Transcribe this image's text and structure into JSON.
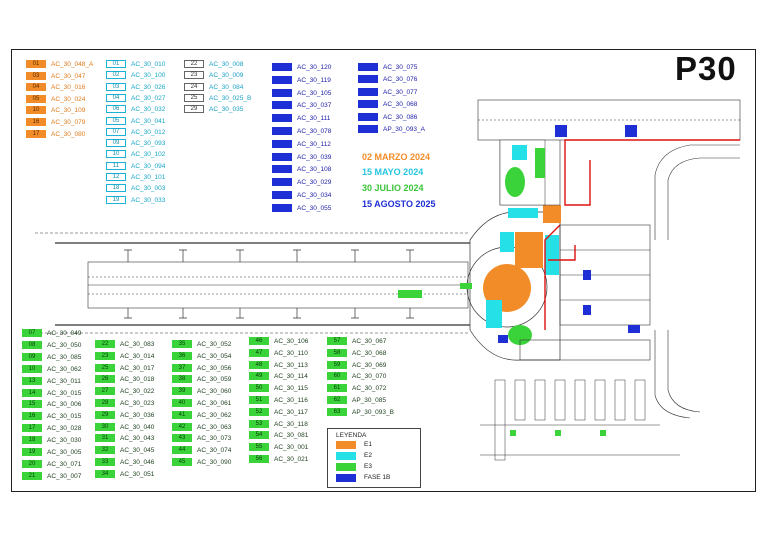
{
  "title": "P30",
  "dates": [
    {
      "text": "02 MARZO 2024",
      "color": "#f28c28"
    },
    {
      "text": "15 MAYO 2024",
      "color": "#26c6e0"
    },
    {
      "text": "30 JULIO 2024",
      "color": "#3ac43a"
    },
    {
      "text": "15 AGOSTO 2025",
      "color": "#1f2fd6"
    }
  ],
  "legend": {
    "title": "LEYENDA",
    "items": [
      {
        "label": "E1",
        "color": "#f28c28"
      },
      {
        "label": "E2",
        "color": "#26e0e8"
      },
      {
        "label": "E3",
        "color": "#3ad43a"
      },
      {
        "label": "FASE 1B",
        "color": "#1f2fd6"
      }
    ]
  },
  "groups": [
    {
      "style": "g-orange",
      "items": [
        {
          "num": "01",
          "code": "AC_30_048_A"
        },
        {
          "num": "03",
          "code": "AC_30_047"
        },
        {
          "num": "04",
          "code": "AC_30_016"
        },
        {
          "num": "05",
          "code": "AC_30_024"
        },
        {
          "num": "10",
          "code": "AC_30_109"
        },
        {
          "num": "16",
          "code": "AC_30_079"
        },
        {
          "num": "17",
          "code": "AC_30_080"
        }
      ]
    },
    {
      "style": "g-cyan",
      "items": [
        {
          "num": "01",
          "code": "AC_30_010"
        },
        {
          "num": "02",
          "code": "AC_30_100"
        },
        {
          "num": "03",
          "code": "AC_30_026"
        },
        {
          "num": "04",
          "code": "AC_30_027"
        },
        {
          "num": "06",
          "code": "AC_30_032"
        },
        {
          "num": "05",
          "code": "AC_30_041"
        },
        {
          "num": "07",
          "code": "AC_30_012"
        },
        {
          "num": "09",
          "code": "AC_30_093"
        },
        {
          "num": "10",
          "code": "AC_30_102"
        },
        {
          "num": "11",
          "code": "AC_30_094"
        },
        {
          "num": "12",
          "code": "AC_30_101"
        },
        {
          "num": "18",
          "code": "AC_30_003"
        },
        {
          "num": "19",
          "code": "AC_30_033"
        }
      ]
    },
    {
      "style": "g-lav",
      "items": [
        {
          "num": "22",
          "code": "AC_30_008"
        },
        {
          "num": "23",
          "code": "AC_30_009"
        },
        {
          "num": "24",
          "code": "AC_30_084"
        },
        {
          "num": "25",
          "code": "AC_30_025_B"
        },
        {
          "num": "29",
          "code": "AC_30_035"
        }
      ]
    },
    {
      "style": "g-blue",
      "items": [
        {
          "num": "",
          "code": "AC_30_120"
        },
        {
          "num": "",
          "code": "AC_30_119"
        },
        {
          "num": "",
          "code": "AC_30_105"
        },
        {
          "num": "",
          "code": "AC_30_037"
        },
        {
          "num": "",
          "code": "AC_30_111"
        },
        {
          "num": "",
          "code": "AC_30_078"
        },
        {
          "num": "",
          "code": "AC_30_112"
        },
        {
          "num": "",
          "code": "AC_30_039"
        },
        {
          "num": "",
          "code": "AC_30_108"
        },
        {
          "num": "",
          "code": "AC_30_029"
        },
        {
          "num": "",
          "code": "AC_30_034"
        },
        {
          "num": "",
          "code": "AC_30_055"
        }
      ]
    },
    {
      "style": "g-blue",
      "items": [
        {
          "num": "",
          "code": "AC_30_075"
        },
        {
          "num": "",
          "code": "AC_30_076"
        },
        {
          "num": "",
          "code": "AC_30_077"
        },
        {
          "num": "",
          "code": "AC_30_068"
        },
        {
          "num": "",
          "code": "AC_30_086"
        },
        {
          "num": "",
          "code": "AP_30_093_A"
        }
      ]
    },
    {
      "style": "g-green",
      "items": [
        {
          "num": "07",
          "code": "AC_30_049"
        },
        {
          "num": "08",
          "code": "AC_30_050"
        },
        {
          "num": "09",
          "code": "AC_30_085"
        },
        {
          "num": "10",
          "code": "AC_30_062"
        },
        {
          "num": "13",
          "code": "AC_30_011"
        },
        {
          "num": "14",
          "code": "AC_30_015"
        },
        {
          "num": "15",
          "code": "AC_30_006"
        },
        {
          "num": "16",
          "code": "AC_30_015"
        },
        {
          "num": "17",
          "code": "AC_30_028"
        },
        {
          "num": "18",
          "code": "AC_30_030"
        },
        {
          "num": "19",
          "code": "AC_30_005"
        },
        {
          "num": "20",
          "code": "AC_30_071"
        },
        {
          "num": "21",
          "code": "AC_30_007"
        }
      ]
    },
    {
      "style": "g-green",
      "items": [
        {
          "num": "22",
          "code": "AC_30_083"
        },
        {
          "num": "23",
          "code": "AC_30_014"
        },
        {
          "num": "25",
          "code": "AC_30_017"
        },
        {
          "num": "26",
          "code": "AC_30_018"
        },
        {
          "num": "27",
          "code": "AC_30_022"
        },
        {
          "num": "28",
          "code": "AC_30_023"
        },
        {
          "num": "29",
          "code": "AC_30_036"
        },
        {
          "num": "30",
          "code": "AC_30_040"
        },
        {
          "num": "31",
          "code": "AC_30_043"
        },
        {
          "num": "32",
          "code": "AC_30_045"
        },
        {
          "num": "33",
          "code": "AC_30_046"
        },
        {
          "num": "34",
          "code": "AC_30_051"
        }
      ]
    },
    {
      "style": "g-green",
      "items": [
        {
          "num": "35",
          "code": "AC_30_052"
        },
        {
          "num": "36",
          "code": "AC_30_054"
        },
        {
          "num": "37",
          "code": "AC_30_056"
        },
        {
          "num": "38",
          "code": "AC_30_059"
        },
        {
          "num": "39",
          "code": "AC_30_060"
        },
        {
          "num": "40",
          "code": "AC_30_061"
        },
        {
          "num": "41",
          "code": "AC_30_062"
        },
        {
          "num": "42",
          "code": "AC_30_063"
        },
        {
          "num": "43",
          "code": "AC_30_073"
        },
        {
          "num": "44",
          "code": "AC_30_074"
        },
        {
          "num": "45",
          "code": "AC_30_090"
        }
      ]
    },
    {
      "style": "g-green",
      "items": [
        {
          "num": "46",
          "code": "AC_30_106"
        },
        {
          "num": "47",
          "code": "AC_30_110"
        },
        {
          "num": "48",
          "code": "AC_30_113"
        },
        {
          "num": "49",
          "code": "AC_30_114"
        },
        {
          "num": "50",
          "code": "AC_30_115"
        },
        {
          "num": "51",
          "code": "AC_30_116"
        },
        {
          "num": "52",
          "code": "AC_30_117"
        },
        {
          "num": "53",
          "code": "AC_30_118"
        },
        {
          "num": "54",
          "code": "AC_30_081"
        },
        {
          "num": "55",
          "code": "AC_30_001"
        },
        {
          "num": "56",
          "code": "AC_30_021"
        }
      ]
    },
    {
      "style": "g-green",
      "items": [
        {
          "num": "57",
          "code": "AC_30_067"
        },
        {
          "num": "58",
          "code": "AC_30_068"
        },
        {
          "num": "59",
          "code": "AC_30_069"
        },
        {
          "num": "60",
          "code": "AC_30_070"
        },
        {
          "num": "61",
          "code": "AC_30_072"
        },
        {
          "num": "62",
          "code": "AP_30_085"
        },
        {
          "num": "63",
          "code": "AP_30_093_B"
        }
      ]
    }
  ]
}
